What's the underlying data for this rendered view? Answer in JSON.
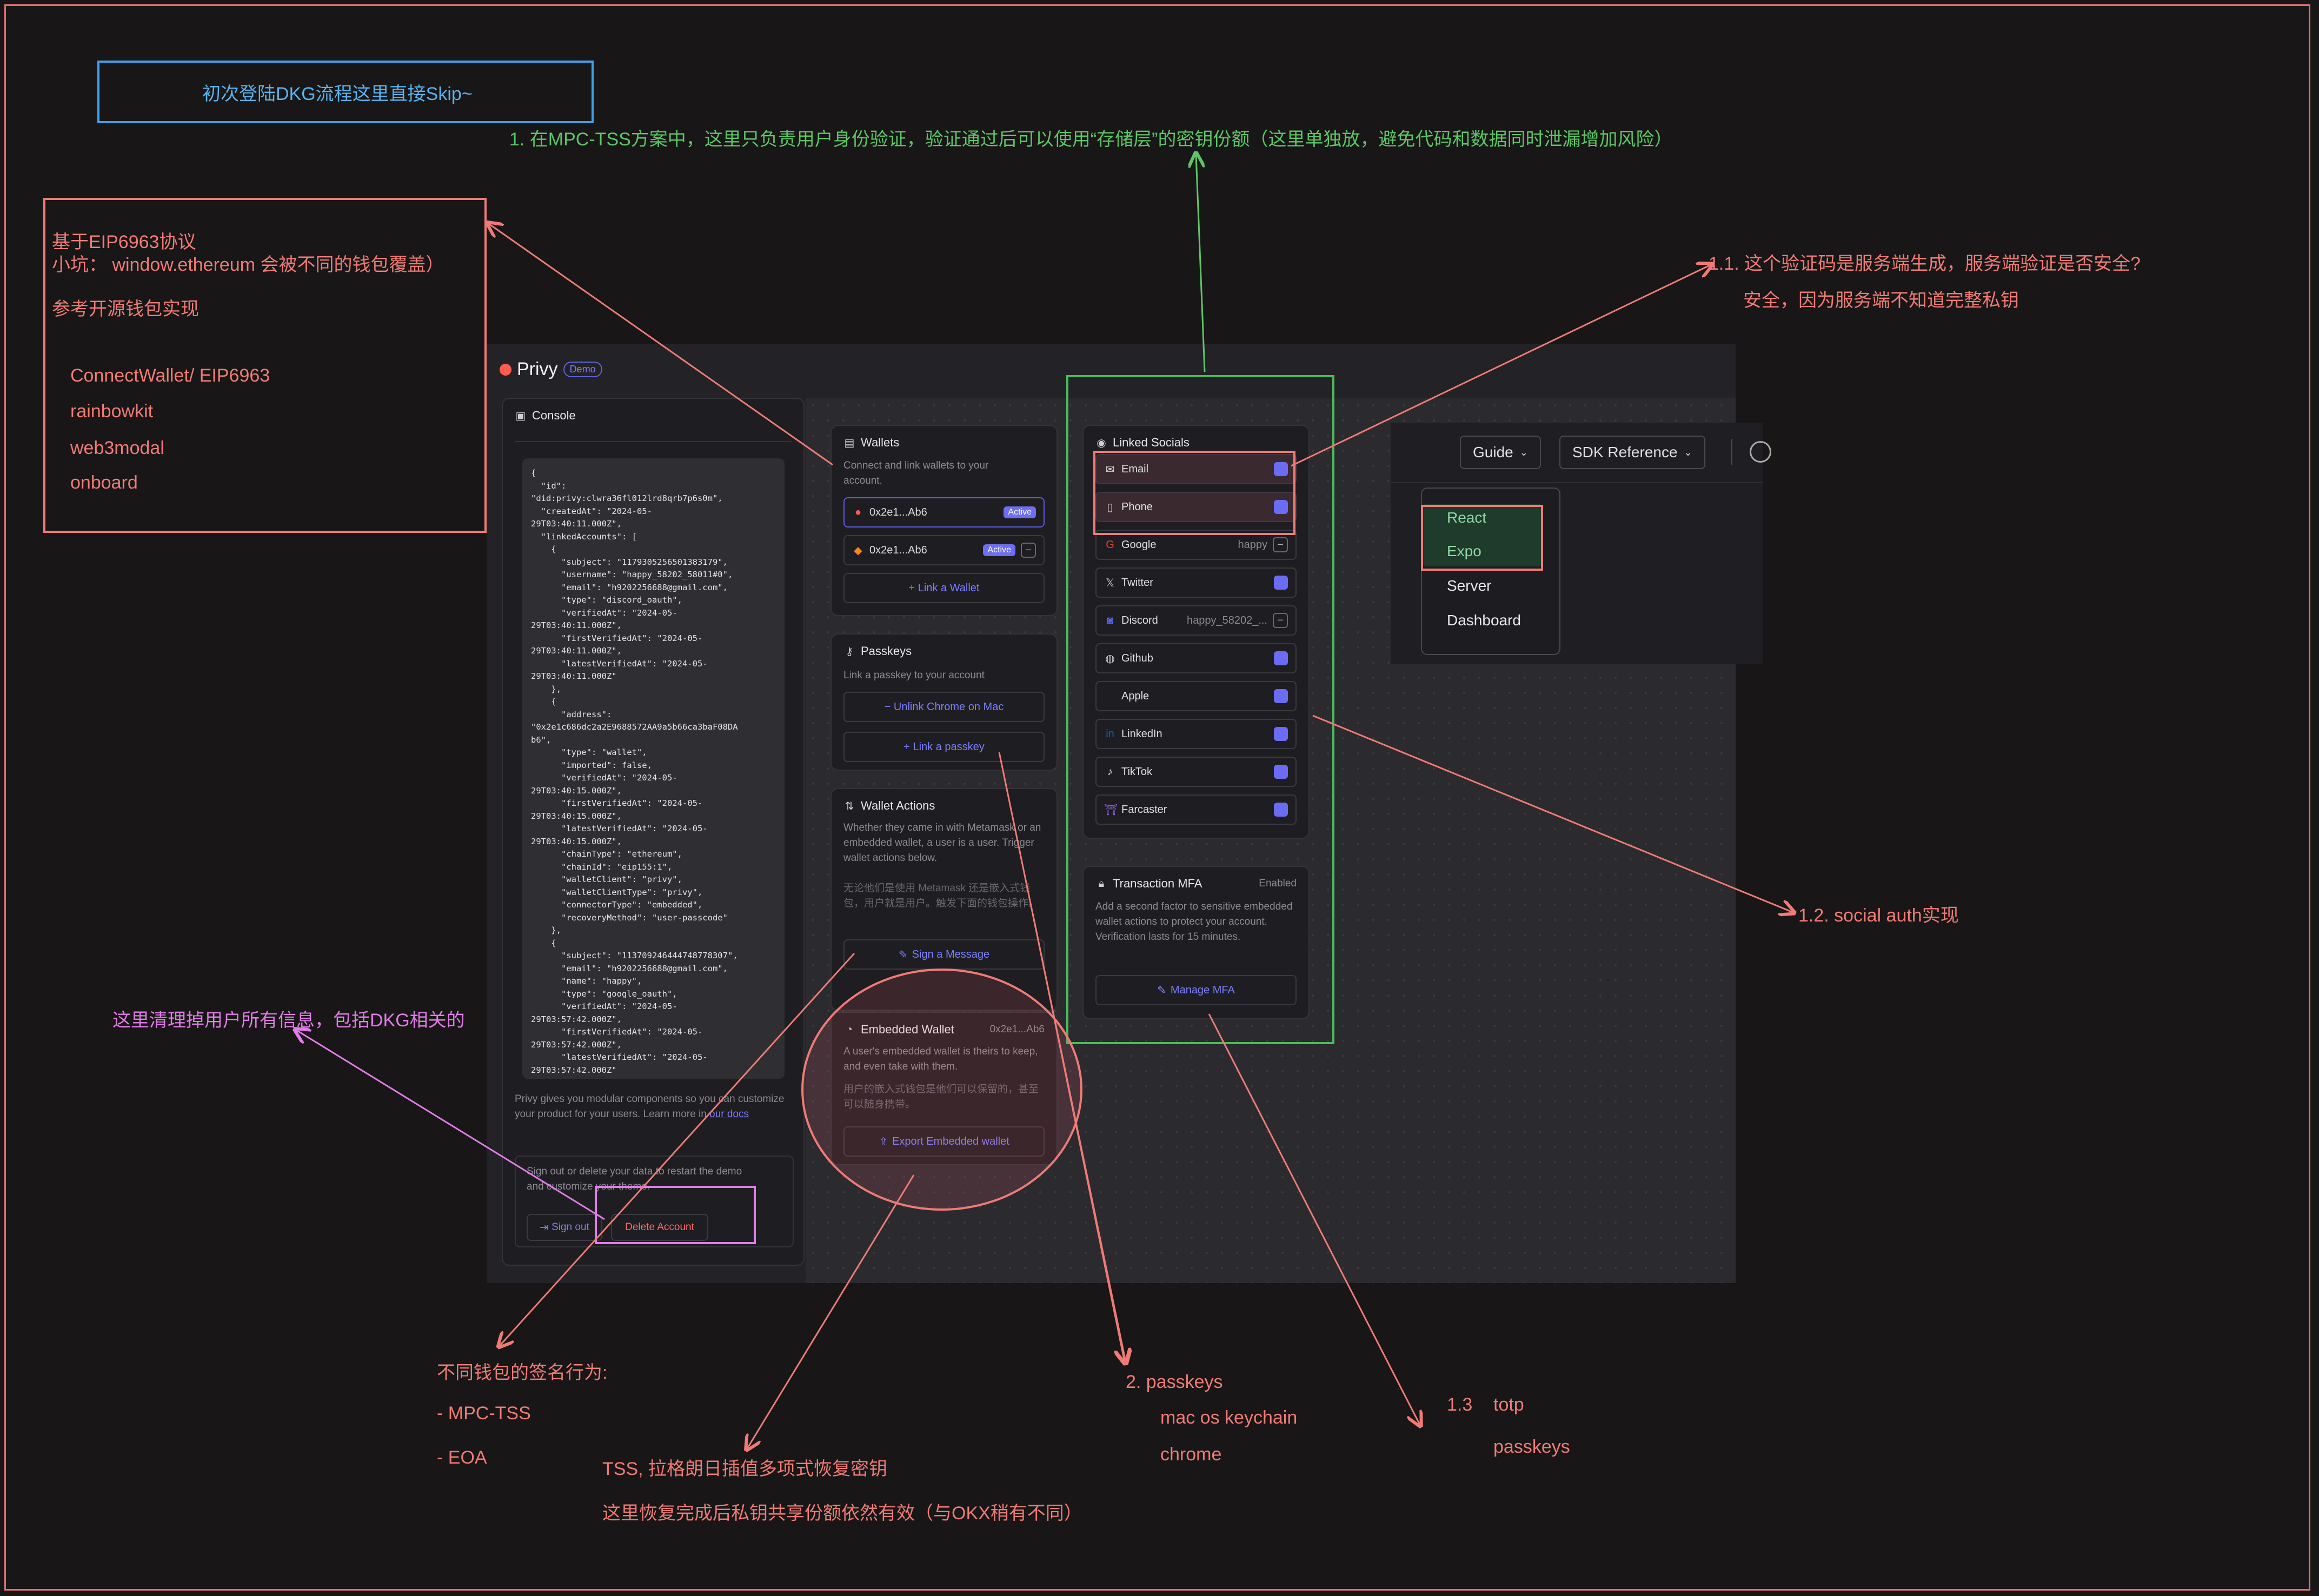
{
  "notes": {
    "skip_dkg": "初次登陆DKG流程这里直接Skip~",
    "mpc_tss": "1. 在MPC-TSS方案中，这里只负责用户身份验证，验证通过后可以使用“存储层”的密钥份额（这里单独放，避免代码和数据同时泄漏增加风险）",
    "eip_line1": "基于EIP6963协议",
    "eip_line2": "小坑：  window.ethereum 会被不同的钱包覆盖）",
    "eip_line3": "参考开源钱包实现",
    "eip_items": [
      "ConnectWallet/ EIP6963",
      "rainbowkit",
      "web3modal",
      "onboard"
    ],
    "code_q": "1.1. 这个验证码是服务端生成，服务端验证是否安全?",
    "code_a": "安全，因为服务端不知道完整私钥",
    "social_auth": "1.2. social auth实现",
    "clear_info": "这里清理掉用户所有信息，包括DKG相关的",
    "sign_behavior": "不同钱包的签名行为:",
    "sign_mpc": "- MPC-TSS",
    "sign_eoa": "- EOA",
    "tss_line1": "TSS, 拉格朗日插值多项式恢复密钥",
    "tss_line2": "这里恢复完成后私钥共享份额依然有效（与OKX稍有不同）",
    "passkeys_title": "2. passkeys",
    "passkeys_mac": "mac os keychain",
    "passkeys_chrome": "chrome",
    "totp_num": "1.3",
    "totp": "totp",
    "totp_passkeys": "passkeys"
  },
  "app": {
    "brand": "Privy",
    "badge": "Demo",
    "console": {
      "title": "Console",
      "code": "{\n  \"id\":\n\"did:privy:clwra36fl012lrd8qrb7p6s0m\",\n  \"createdAt\": \"2024-05-\n29T03:40:11.000Z\",\n  \"linkedAccounts\": [\n    {\n      \"subject\": \"1179305256501383179\",\n      \"username\": \"happy_58202_58011#0\",\n      \"email\": \"h9202256688@gmail.com\",\n      \"type\": \"discord_oauth\",\n      \"verifiedAt\": \"2024-05-\n29T03:40:11.000Z\",\n      \"firstVerifiedAt\": \"2024-05-\n29T03:40:11.000Z\",\n      \"latestVerifiedAt\": \"2024-05-\n29T03:40:11.000Z\"\n    },\n    {\n      \"address\":\n\"0x2e1c686dc2a2E9688572AA9a5b66ca3baF08DA\nb6\",\n      \"type\": \"wallet\",\n      \"imported\": false,\n      \"verifiedAt\": \"2024-05-\n29T03:40:15.000Z\",\n      \"firstVerifiedAt\": \"2024-05-\n29T03:40:15.000Z\",\n      \"latestVerifiedAt\": \"2024-05-\n29T03:40:15.000Z\",\n      \"chainType\": \"ethereum\",\n      \"chainId\": \"eip155:1\",\n      \"walletClient\": \"privy\",\n      \"walletClientType\": \"privy\",\n      \"connectorType\": \"embedded\",\n      \"recoveryMethod\": \"user-passcode\"\n    },\n    {\n      \"subject\": \"113709246444748778307\",\n      \"email\": \"h9202256688@gmail.com\",\n      \"name\": \"happy\",\n      \"type\": \"google_oauth\",\n      \"verifiedAt\": \"2024-05-\n29T03:57:42.000Z\",\n      \"firstVerifiedAt\": \"2024-05-\n29T03:57:42.000Z\",\n      \"latestVerifiedAt\": \"2024-05-\n29T03:57:42.000Z\"",
      "footer_text": "Privy gives you modular components so you can customize your product for your users. Learn more in",
      "footer_link": "our docs",
      "signout_text": "Sign out or delete your data to restart the demo and customize your theme.",
      "signout_button": "Sign out",
      "delete_button": "Delete Account"
    },
    "wallets": {
      "title": "Wallets",
      "desc": "Connect and link wallets to your account.",
      "items": [
        {
          "address": "0x2e1...Ab6",
          "status": "Active"
        },
        {
          "address": "0x2e1...Ab6",
          "status": "Active"
        }
      ],
      "link_button": "+ Link a Wallet"
    },
    "passkeys": {
      "title": "Passkeys",
      "desc": "Link a passkey to your account",
      "unlink_button": "− Unlink Chrome on Mac",
      "link_button": "+ Link a passkey"
    },
    "wallet_actions": {
      "title": "Wallet Actions",
      "desc": "Whether they came in with Metamask or an embedded wallet, a user is a user. Trigger wallet actions below.",
      "desc_zh": "无论他们是使用 Metamask 还是嵌入式钱包，用户就是用户。触发下面的钱包操作。",
      "sign_button": "Sign a Message"
    },
    "embedded_wallet": {
      "title": "Embedded Wallet",
      "address": "0x2e1...Ab6",
      "desc": "A user's embedded wallet is theirs to keep, and even take with them.",
      "desc_zh": "用户的嵌入式钱包是他们可以保留的，甚至可以随身携带。",
      "export_button": "Export Embedded wallet"
    },
    "linked_socials": {
      "title": "Linked Socials",
      "items": [
        {
          "label": "Email",
          "value": "",
          "icon": "mail-icon"
        },
        {
          "label": "Phone",
          "value": "",
          "icon": "phone-icon"
        },
        {
          "label": "Google",
          "value": "happy",
          "icon": "google-icon"
        },
        {
          "label": "Twitter",
          "value": "",
          "icon": "twitter-icon"
        },
        {
          "label": "Discord",
          "value": "happy_58202_...",
          "icon": "discord-icon"
        },
        {
          "label": "Github",
          "value": "",
          "icon": "github-icon"
        },
        {
          "label": "Apple",
          "value": "",
          "icon": "apple-icon"
        },
        {
          "label": "LinkedIn",
          "value": "",
          "icon": "linkedin-icon"
        },
        {
          "label": "TikTok",
          "value": "",
          "icon": "tiktok-icon"
        },
        {
          "label": "Farcaster",
          "value": "",
          "icon": "farcaster-icon"
        }
      ]
    },
    "mfa": {
      "title": "Transaction MFA",
      "status": "Enabled",
      "desc": "Add a second factor to sensitive embedded wallet actions to protect your account. Verification lasts for 15 minutes.",
      "button": "Manage MFA"
    }
  },
  "sdk": {
    "guide": "Guide",
    "reference": "SDK Reference",
    "menu": [
      "React",
      "Expo",
      "Server",
      "Dashboard"
    ]
  },
  "colors": {
    "annotation_red": "#f07b76",
    "annotation_green": "#5cc767",
    "annotation_pink": "#e27ce9",
    "annotation_blue": "#5ab3ef",
    "accent": "#6d6ff0"
  }
}
